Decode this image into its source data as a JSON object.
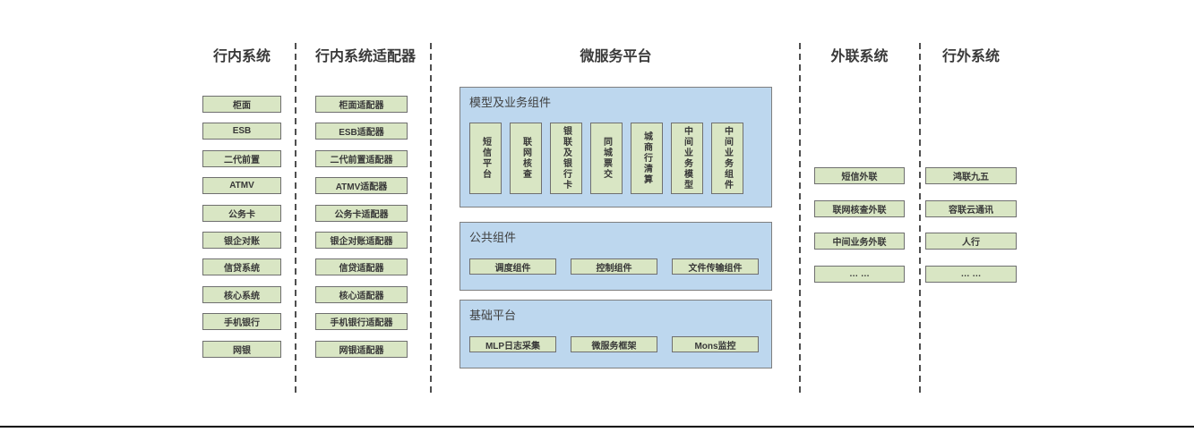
{
  "diagram": {
    "colors": {
      "box_fill": "#d9e6c4",
      "box_border": "#6f6f6f",
      "panel_fill": "#bdd7ee",
      "panel_border": "#7f7f7f",
      "text": "#3a3a3a",
      "separator": "#4f4f4f",
      "bottom_line": "#000000"
    },
    "columns": [
      {
        "title": "行内系统",
        "items": [
          "柜面",
          "ESB",
          "二代前置",
          "ATMV",
          "公务卡",
          "银企对账",
          "信贷系统",
          "核心系统",
          "手机银行",
          "网银"
        ]
      },
      {
        "title": "行内系统适配器",
        "items": [
          "柜面适配器",
          "ESB适配器",
          "二代前置适配器",
          "ATMV适配器",
          "公务卡适配器",
          "银企对账适配器",
          "信贷适配器",
          "核心适配器",
          "手机银行适配器",
          "网银适配器"
        ]
      },
      {
        "title": "微服务平台",
        "panels": [
          {
            "title": "模型及业务组件",
            "items": [
              "短信平台",
              "联网核查",
              "银联及银行卡",
              "同城票交",
              "城商行清算",
              "中间业务模型",
              "中间业务组件"
            ]
          },
          {
            "title": "公共组件",
            "items": [
              "调度组件",
              "控制组件",
              "文件传输组件"
            ]
          },
          {
            "title": "基础平台",
            "items": [
              "MLP日志采集",
              "微服务框架",
              "Mons监控"
            ]
          }
        ]
      },
      {
        "title": "外联系统",
        "items": [
          "短信外联",
          "联网核查外联",
          "中间业务外联",
          "… …"
        ]
      },
      {
        "title": "行外系统",
        "items": [
          "鸿联九五",
          "容联云通讯",
          "人行",
          "… …"
        ]
      }
    ]
  }
}
